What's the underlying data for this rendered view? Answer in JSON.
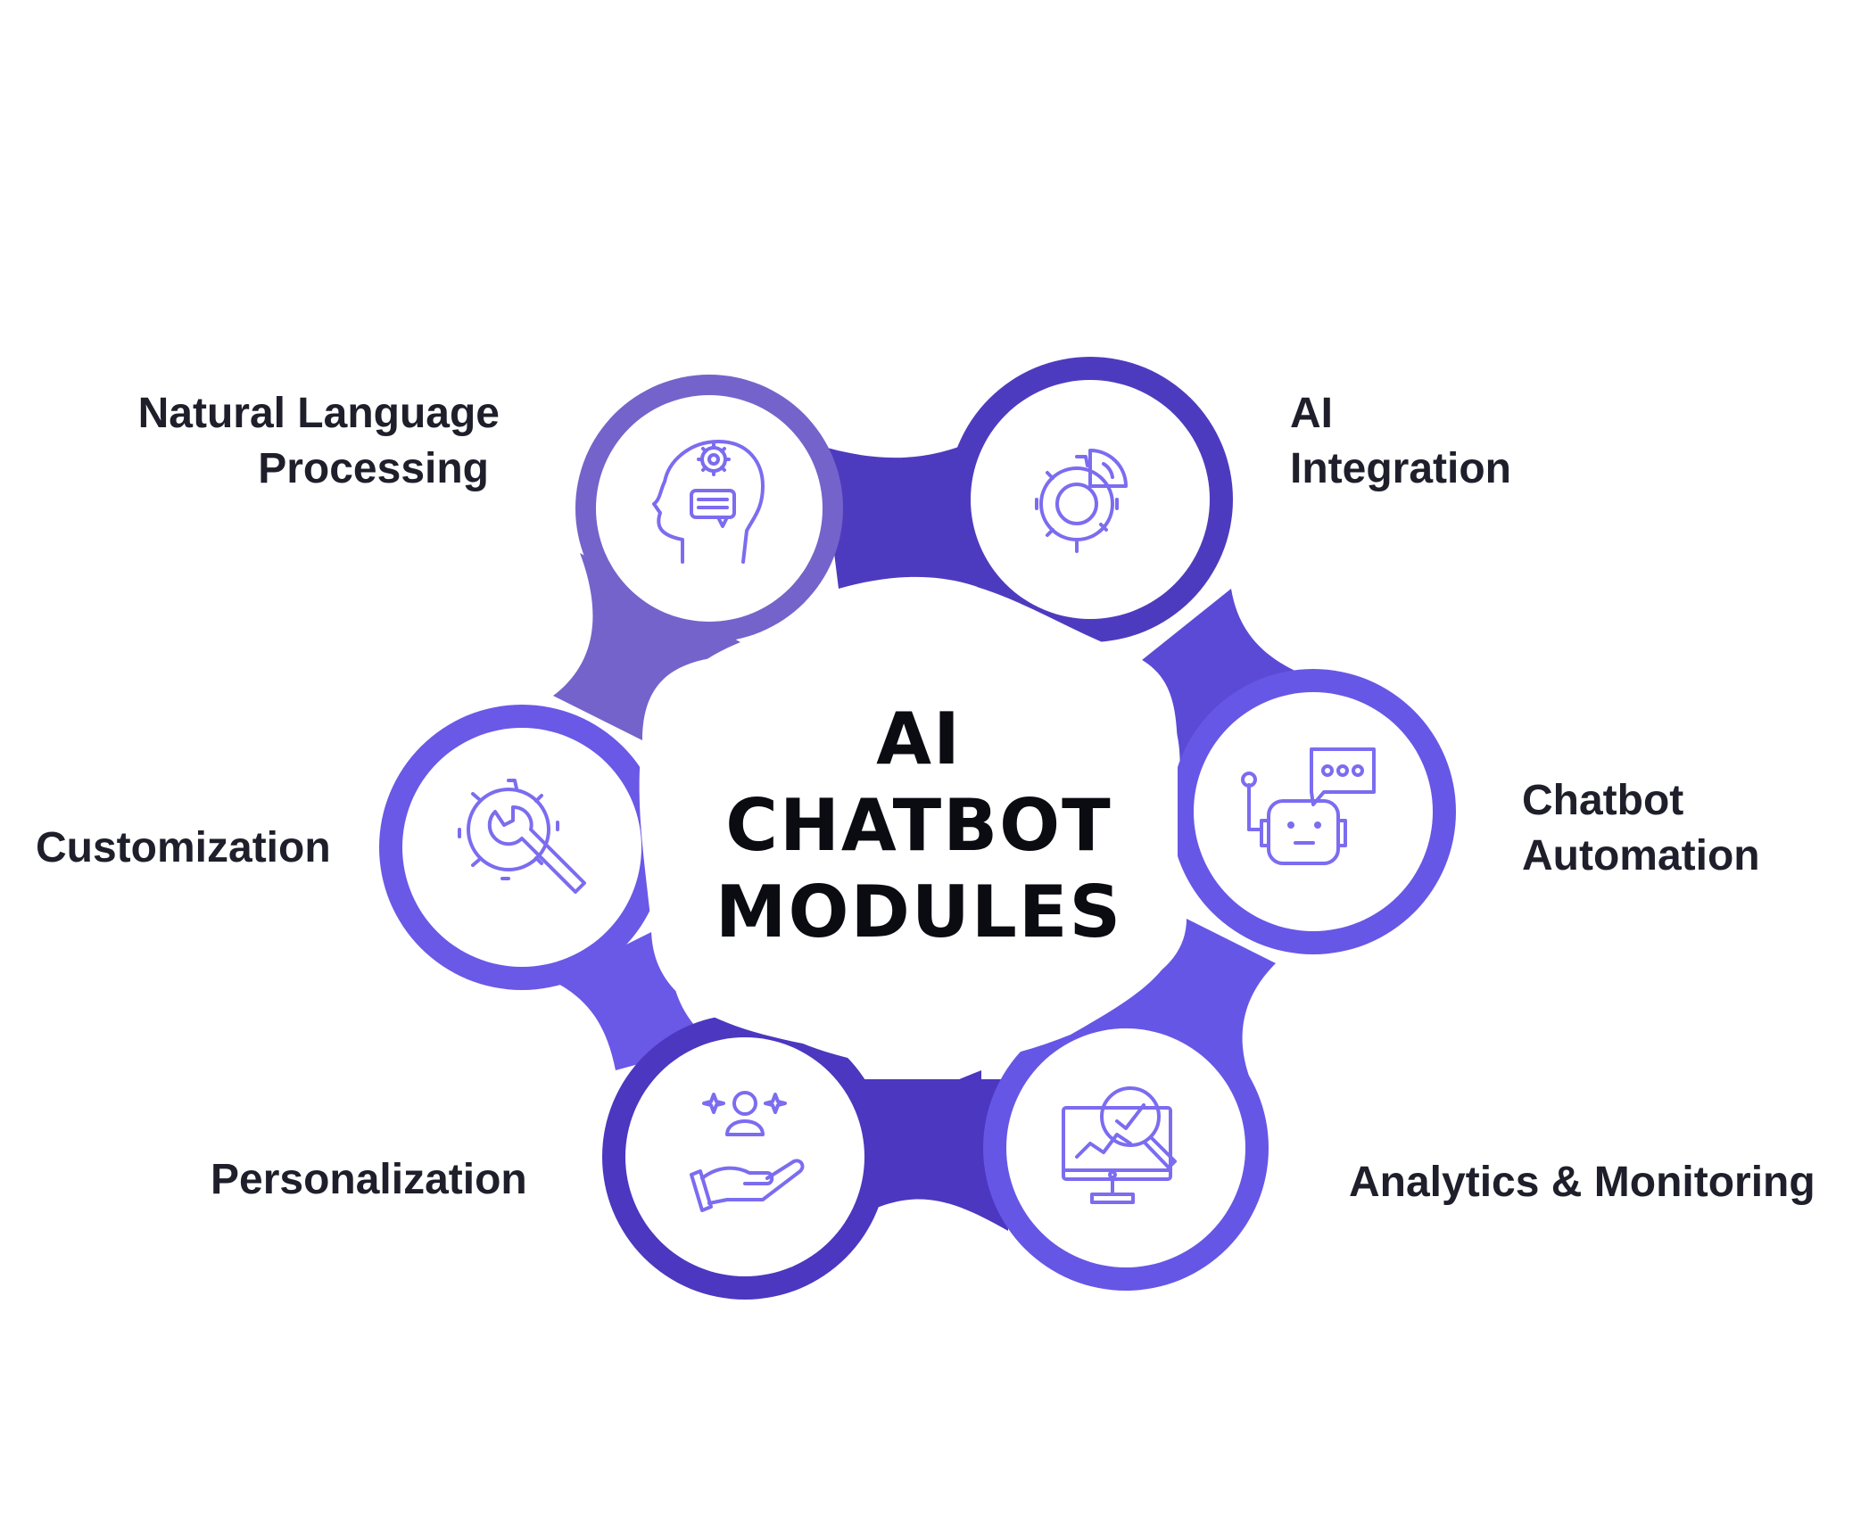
{
  "center": {
    "line1": "AI",
    "line2": "CHATBOT",
    "line3": "MODULES"
  },
  "modules": [
    {
      "line1": "Natural Language",
      "line2": "Processing",
      "icon": "head-gear-chat-icon",
      "color": "#7463cb"
    },
    {
      "line1": "AI",
      "line2": "Integration",
      "icon": "gear-pie-chart-icon",
      "color": "#4d3bbf"
    },
    {
      "line1": "Chatbot",
      "line2": "Automation",
      "icon": "robot-chat-icon",
      "color": "#6757e6"
    },
    {
      "line1": "Analytics & Monitoring",
      "line2": "",
      "icon": "monitor-analytics-icon",
      "color": "#6656e6"
    },
    {
      "line1": "Personalization",
      "line2": "",
      "icon": "hand-person-icon",
      "color": "#4b37c0"
    },
    {
      "line1": "Customization",
      "line2": "",
      "icon": "gear-wrench-icon",
      "color": "#6a58e7"
    }
  ],
  "colors": {
    "ring_light": "#7463cb",
    "ring_dark": "#4d3bbf",
    "ring_mid": "#6757e6",
    "icon_stroke": "#7b6cf0",
    "text": "#1f1f2b"
  }
}
